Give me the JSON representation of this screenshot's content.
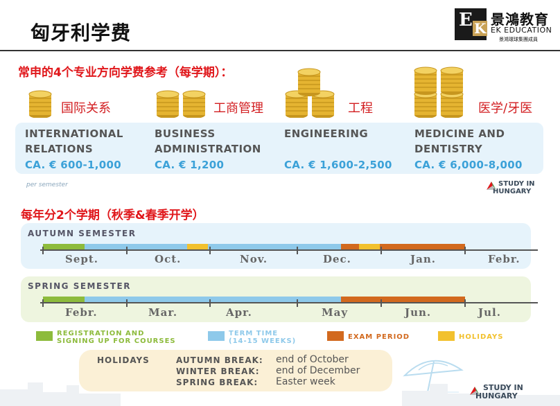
{
  "header": {
    "title": "匈牙利学费"
  },
  "logo": {
    "cn": "景鴻教育",
    "en": "EK EDUCATION",
    "sub": "景鴻環球集團成員",
    "letter_e": "E",
    "letter_k": "K"
  },
  "fees": {
    "heading": "常申的4个专业方向学费参考（每学期）：",
    "per_semester": "per semester",
    "categories": [
      {
        "cn": "国际关系",
        "en1": "INTERNATIONAL",
        "en2": "RELATIONS",
        "price": "CA. € 600-1,000",
        "coins": 1
      },
      {
        "cn": "工商管理",
        "en1": "BUSINESS",
        "en2": "ADMINISTRATION",
        "price": "CA. € 1,200",
        "coins": 2
      },
      {
        "cn": "工程",
        "en1": "ENGINEERING",
        "en2": "",
        "price": "CA. € 1,600-2,500",
        "coins": 3
      },
      {
        "cn": "医学/牙医",
        "en1": "MEDICINE AND",
        "en2": "DENTISTRY",
        "price": "CA. € 6,000-8,000",
        "coins": 4
      }
    ]
  },
  "semesters": {
    "heading": "每年分2个学期（秋季&春季开学）",
    "autumn": {
      "label": "AUTUMN SEMESTER",
      "months": [
        "Sept.",
        "Oct.",
        "Nov.",
        "Dec.",
        "Jan.",
        "Febr."
      ]
    },
    "spring": {
      "label": "SPRING SEMESTER",
      "months": [
        "Febr.",
        "Mar.",
        "Apr.",
        "May",
        "Jun.",
        "Jul."
      ]
    }
  },
  "legend": [
    {
      "line1": "REGISTRATION AND",
      "line2": "SIGNING UP FOR COURSES",
      "color": "#8dbb3c"
    },
    {
      "line1": "TERM TIME",
      "line2": "(14-15 WEEKS)",
      "color": "#8ec9ea"
    },
    {
      "line1": "EXAM PERIOD",
      "line2": "",
      "color": "#d2691e"
    },
    {
      "line1": "HOLIDAYS",
      "line2": "",
      "color": "#f2c12e"
    }
  ],
  "holidays": {
    "title": "HOLIDAYS",
    "rows": [
      {
        "label": "AUTUMN BREAK:",
        "value": "end of October"
      },
      {
        "label": "WINTER BREAK:",
        "value": "end of December"
      },
      {
        "label": "SPRING BREAK:",
        "value": "Easter week"
      }
    ]
  },
  "study_in_hungary": {
    "line1": "STUDY IN",
    "line2": "HUNGARY"
  },
  "colors": {
    "red": "#e0171b",
    "term": "#8ec9ea",
    "registration": "#8dbb3c",
    "exam": "#d2691e",
    "holidays": "#f2c12e"
  }
}
